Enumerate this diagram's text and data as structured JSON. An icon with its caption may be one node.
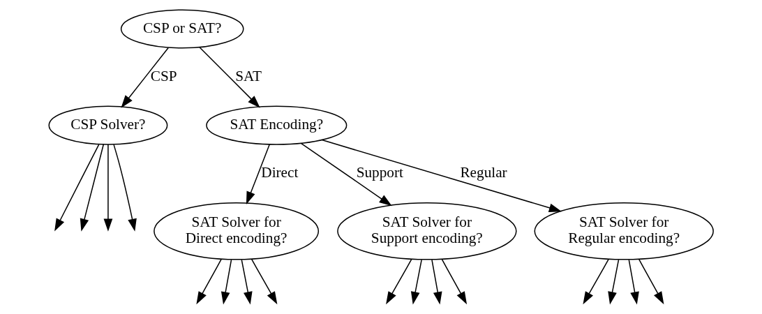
{
  "diagram": {
    "nodes": [
      {
        "text": [
          "CSP or SAT?"
        ]
      },
      {
        "text": [
          "CSP Solver?"
        ]
      },
      {
        "text": [
          "SAT Encoding?"
        ]
      },
      {
        "text": [
          "SAT Solver for Direct encoding?"
        ]
      },
      {
        "text": [
          "SAT Solver for Support encoding?"
        ]
      },
      {
        "text": [
          "SAT Solver for Regular encoding?"
        ]
      }
    ],
    "edges": [
      {
        "from": 0,
        "to": 1,
        "arrow": "to",
        "label": "CSP"
      },
      {
        "from": 0,
        "to": 2,
        "arrow": "to",
        "label": "SAT"
      },
      {
        "from": 1,
        "to": null,
        "arrow": "to"
      },
      {
        "from": 1,
        "to": null,
        "arrow": "to"
      },
      {
        "from": 1,
        "to": null,
        "arrow": "to"
      },
      {
        "from": 1,
        "to": null,
        "arrow": "to"
      },
      {
        "from": 2,
        "to": 3,
        "arrow": "to",
        "label": "Direct"
      },
      {
        "from": 2,
        "to": 4,
        "arrow": "to",
        "label": "Support"
      },
      {
        "from": 2,
        "to": 5,
        "arrow": "to",
        "label": "Regular"
      },
      {
        "from": 3,
        "to": null,
        "arrow": "to"
      },
      {
        "from": 3,
        "to": null,
        "arrow": "to"
      },
      {
        "from": 3,
        "to": null,
        "arrow": "to"
      },
      {
        "from": 3,
        "to": null,
        "arrow": "to"
      },
      {
        "from": 4,
        "to": null,
        "arrow": "to"
      },
      {
        "from": 4,
        "to": null,
        "arrow": "to"
      },
      {
        "from": 4,
        "to": null,
        "arrow": "to"
      },
      {
        "from": 4,
        "to": null,
        "arrow": "to"
      },
      {
        "from": 5,
        "to": null,
        "arrow": "to"
      },
      {
        "from": 5,
        "to": null,
        "arrow": "to"
      },
      {
        "from": 5,
        "to": null,
        "arrow": "to"
      },
      {
        "from": 5,
        "to": null,
        "arrow": "to"
      }
    ]
  }
}
